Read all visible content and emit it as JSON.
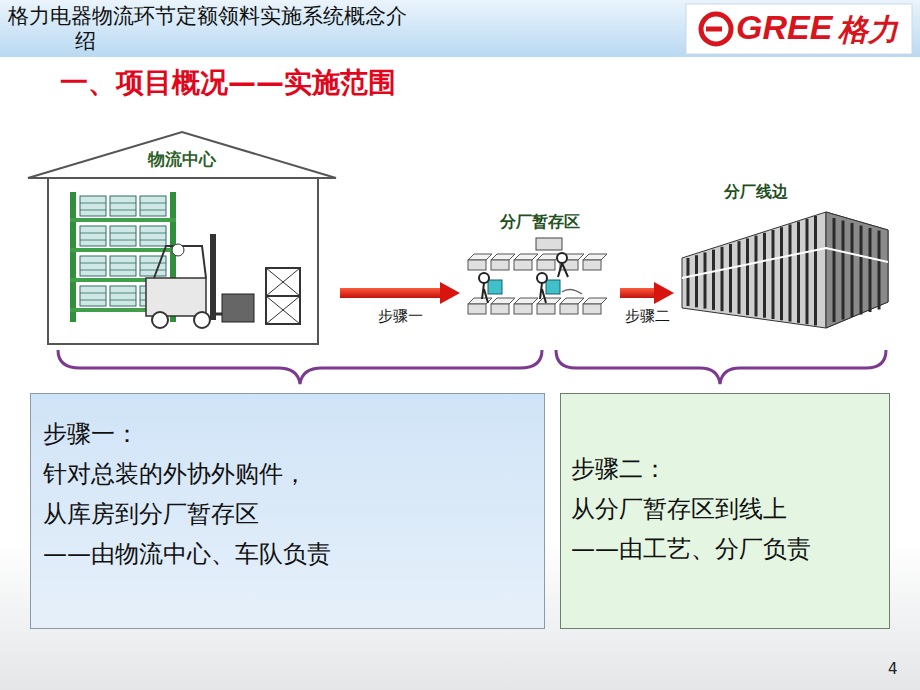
{
  "diagram": {
    "title": "格力电器物流环节定额领料实施系统概念介绍",
    "nodes": [
      {
        "text": [
          "物流中心"
        ]
      },
      {
        "text": [
          "分厂暂存区"
        ]
      },
      {
        "text": [
          "分厂线边"
        ]
      },
      {
        "text": [
          "步骤一：",
          "针对总装的外协外购件，",
          "从库房到分厂暂存区",
          "——由物流中心、车队负责"
        ]
      },
      {
        "text": [
          "步骤二：",
          "从分厂暂存区到线上",
          "——由工艺、分厂负责"
        ]
      }
    ],
    "edges": [
      {
        "from": 0,
        "to": 1,
        "label": "步骤一",
        "arrow": "to"
      },
      {
        "from": 1,
        "to": 2,
        "label": "步骤二",
        "arrow": "to"
      }
    ],
    "labels": [
      "一、项目概况——实施范围",
      "GREE",
      "格力",
      "4"
    ]
  }
}
